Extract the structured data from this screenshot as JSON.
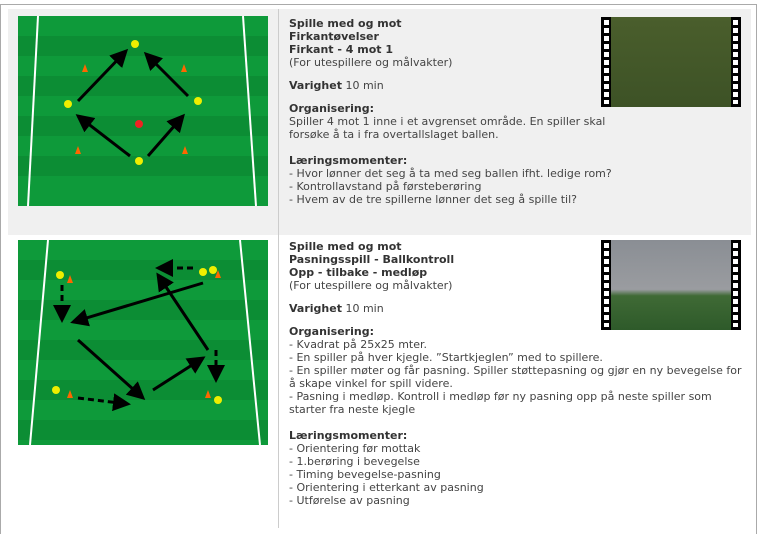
{
  "exercises": [
    {
      "category": "Spille med og mot",
      "subcategory": "Firkantøvelser",
      "title": "Firkant - 4 mot 1",
      "audience": "(For utespillere og målvakter)",
      "duration_label": "Varighet",
      "duration_value": " 10 min",
      "org_label": "Organisering:",
      "org_lines": [
        "Spiller 4 mot 1 inne i et avgrenset område. En spiller skal forsøke å ta i fra overtallslaget ballen."
      ],
      "learn_label": "Læringsmomenter:",
      "learn_lines": [
        "- Hvor lønner det seg å ta med seg ballen ifht. ledige rom?",
        "- Kontrollavstand på førsteberøring",
        "- Hvem av de tre spillerne lønner det seg å spille til?"
      ]
    },
    {
      "category": "Spille med og mot",
      "subcategory": "Pasningsspill - Ballkontroll",
      "title": "Opp - tilbake - medløp",
      "audience": "(For utespillere og målvakter)",
      "duration_label": "Varighet",
      "duration_value": " 10 min",
      "org_label": "Organisering:",
      "org_lines": [
        "- Kvadrat på 25x25 mter.",
        "- En spiller på hver kjegle. ”Startkjeglen” med to spillere.",
        "- En spiller møter og får pasning. Spiller støttepasning og gjør en ny bevegelse for å skape vinkel for spill videre.",
        "- Pasning i medløp. Kontroll i medløp før ny pasning opp på neste spiller som starter fra neste kjegle"
      ],
      "learn_label": "Læringsmomenter:",
      "learn_lines": [
        "- Orientering før mottak",
        "- 1.berøring i bevegelse",
        "- Timing bevegelse-pasning",
        "- Orientering i etterkant av pasning",
        "- Utførelse av pasning"
      ]
    }
  ],
  "colors": {
    "field": "#0e9a3a",
    "row_alt": "#f0f0f0"
  }
}
